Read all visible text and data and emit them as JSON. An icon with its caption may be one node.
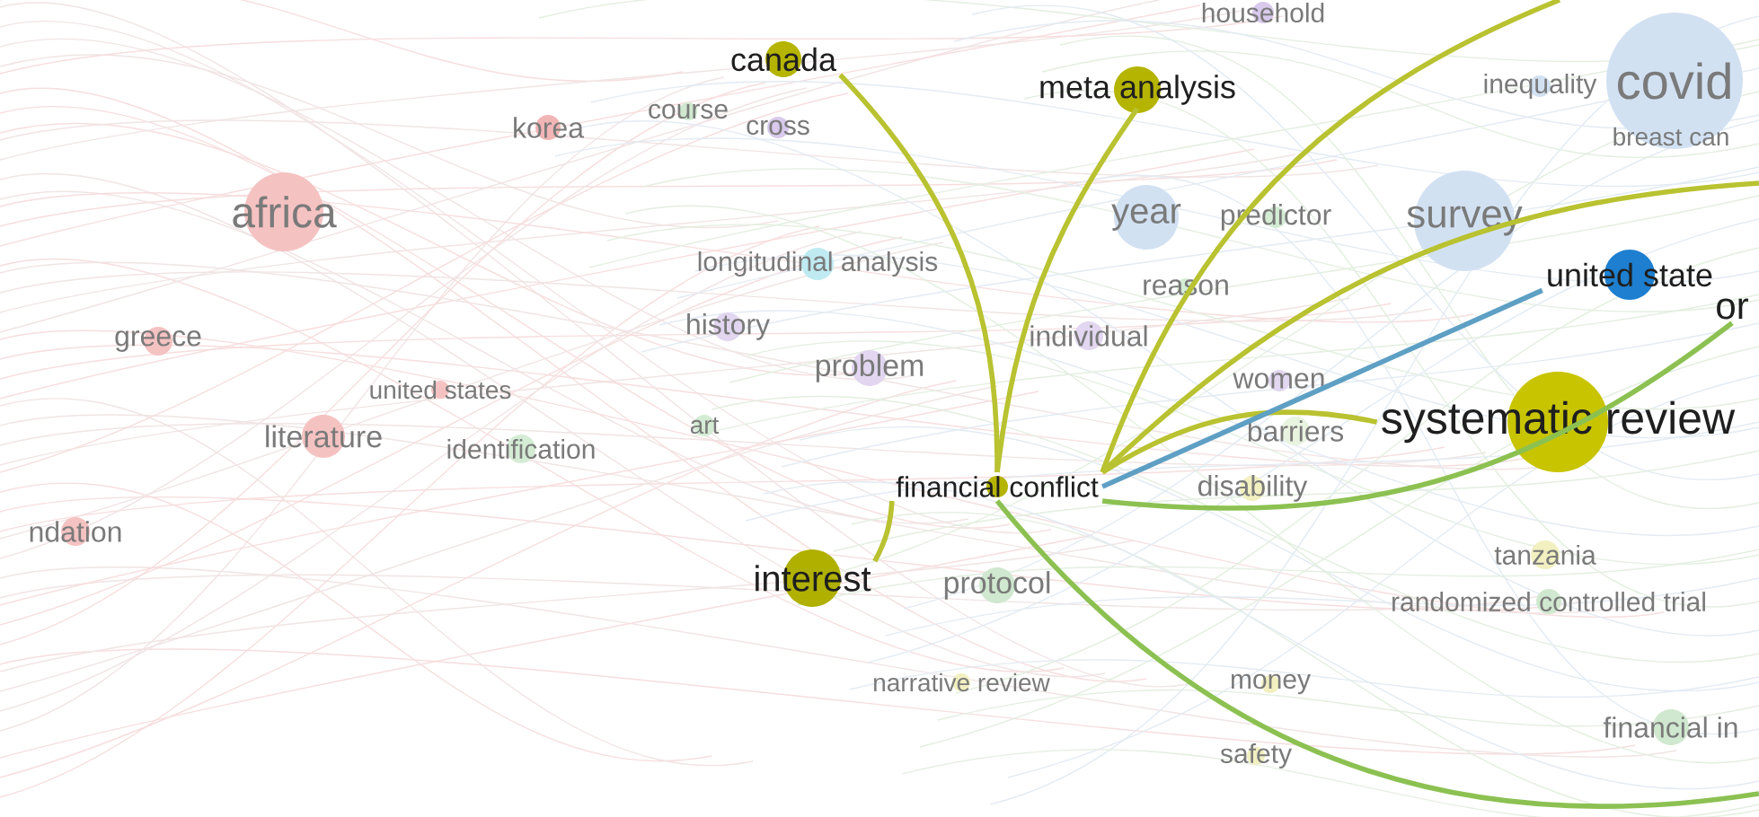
{
  "diagram": {
    "nodes": [
      {
        "text": [
          "financial conflict"
        ]
      },
      {
        "text": [
          "canada"
        ]
      },
      {
        "text": [
          "meta analysis"
        ]
      },
      {
        "text": [
          "interest"
        ]
      },
      {
        "text": [
          "systematic review"
        ]
      },
      {
        "text": [
          "united state"
        ]
      },
      {
        "text": [
          "or"
        ]
      },
      {
        "text": [
          "household"
        ]
      },
      {
        "text": [
          "korea"
        ]
      },
      {
        "text": [
          "course"
        ]
      },
      {
        "text": [
          "cross"
        ]
      },
      {
        "text": [
          "africa"
        ]
      },
      {
        "text": [
          "longitudinal analysis"
        ]
      },
      {
        "text": [
          "history"
        ]
      },
      {
        "text": [
          "problem"
        ]
      },
      {
        "text": [
          "individual"
        ]
      },
      {
        "text": [
          "greece"
        ]
      },
      {
        "text": [
          "united states"
        ]
      },
      {
        "text": [
          "literature"
        ]
      },
      {
        "text": [
          "identification"
        ]
      },
      {
        "text": [
          "art"
        ]
      },
      {
        "text": [
          "ndation"
        ]
      },
      {
        "text": [
          "year"
        ]
      },
      {
        "text": [
          "predictor"
        ]
      },
      {
        "text": [
          "survey"
        ]
      },
      {
        "text": [
          "inequality"
        ]
      },
      {
        "text": [
          "covid"
        ]
      },
      {
        "text": [
          "breast can"
        ]
      },
      {
        "text": [
          "reason"
        ]
      },
      {
        "text": [
          "women"
        ]
      },
      {
        "text": [
          "barriers"
        ]
      },
      {
        "text": [
          "disability"
        ]
      },
      {
        "text": [
          "protocol"
        ]
      },
      {
        "text": [
          "narrative review"
        ]
      },
      {
        "text": [
          "money"
        ]
      },
      {
        "text": [
          "safety"
        ]
      },
      {
        "text": [
          "tanzania"
        ]
      },
      {
        "text": [
          "randomized controlled trial"
        ]
      },
      {
        "text": [
          "financial in"
        ]
      }
    ],
    "edges": [
      {
        "from": 0,
        "to": 1,
        "arrow": "none"
      },
      {
        "from": 0,
        "to": 2,
        "arrow": "none"
      },
      {
        "from": 0,
        "to": 3,
        "arrow": "none"
      },
      {
        "from": 0,
        "to": 4,
        "arrow": "none"
      },
      {
        "from": 0,
        "to": 5,
        "arrow": "none",
        "color": "#5e9fc4"
      },
      {
        "from": 0,
        "to": 6,
        "arrow": "none",
        "color": "#8cc152"
      },
      {
        "from": 0,
        "to": null,
        "arrow": "none"
      },
      {
        "from": 0,
        "to": null,
        "arrow": "none"
      },
      {
        "from": 0,
        "to": null,
        "arrow": "none",
        "color": "#8cc152"
      }
    ]
  }
}
